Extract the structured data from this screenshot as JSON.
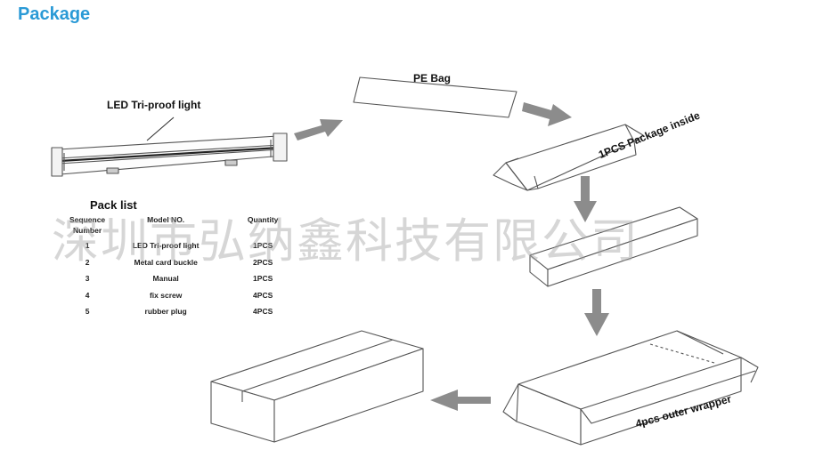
{
  "section_title": "Package",
  "labels": {
    "product": "LED Tri-proof light",
    "pe_bag": "PE Bag",
    "package_inside": "1PCS Package inside",
    "outer_wrapper": "4pcs outer wrapper"
  },
  "pack_list": {
    "title": "Pack list",
    "headers": [
      "Sequence Number",
      "Model NO.",
      "Quantity"
    ],
    "rows": [
      [
        "1",
        "LED Tri-proof light",
        "1PCS"
      ],
      [
        "2",
        "Metal card buckle",
        "2PCS"
      ],
      [
        "3",
        "Manual",
        "1PCS"
      ],
      [
        "4",
        "fix screw",
        "4PCS"
      ],
      [
        "5",
        "rubber plug",
        "4PCS"
      ]
    ]
  },
  "watermark": "深圳市弘纳鑫科技有限公司",
  "colors": {
    "title": "#2a9ad6",
    "arrow": "#8a8a8a",
    "line": "#555555"
  }
}
